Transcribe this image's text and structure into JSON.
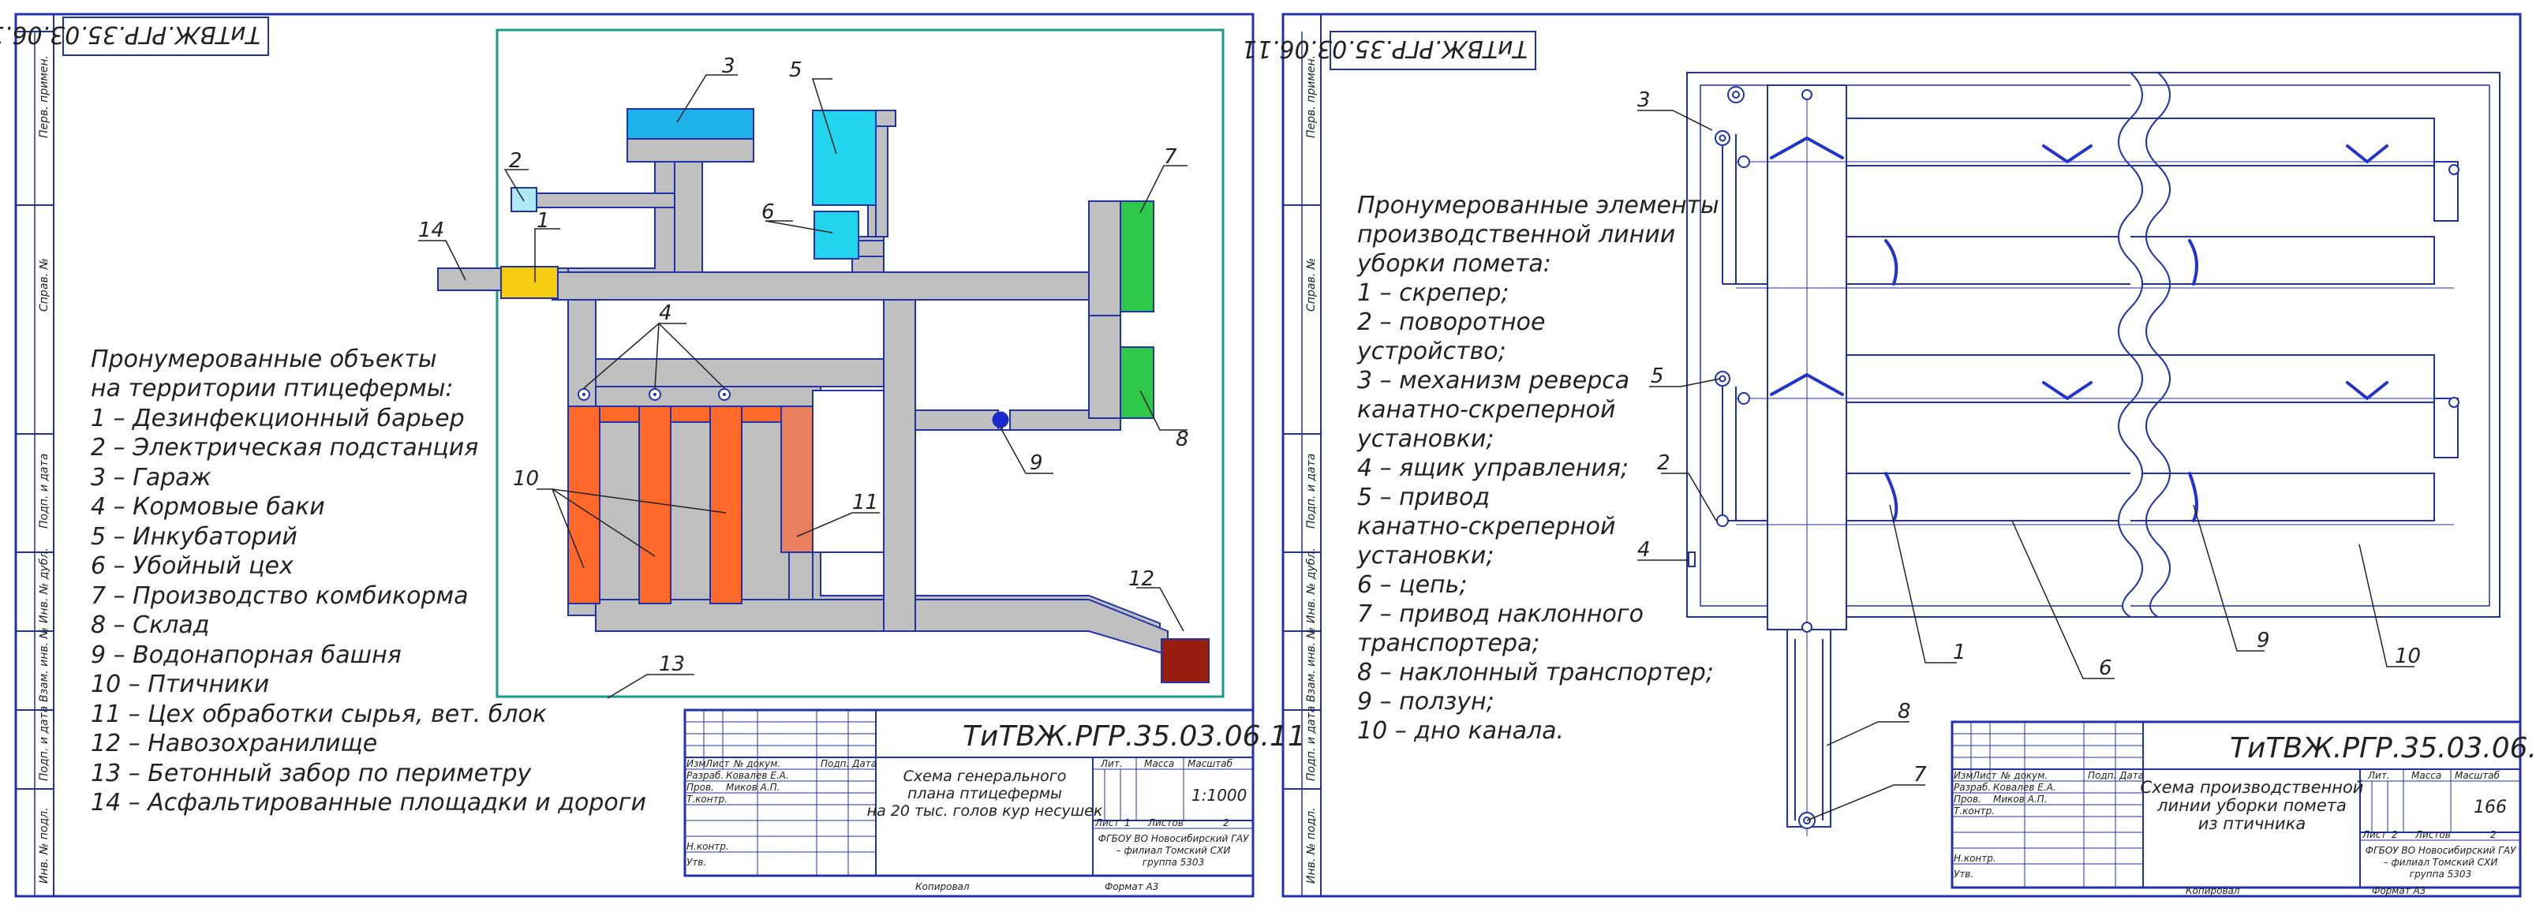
{
  "sheet1": {
    "code": "ТиТВЖ.РГР.35.03.06.11",
    "title": "Схема генерального плана птицефермы на 20 тыс. голов кур несушек",
    "title_lines": [
      "Схема генерального",
      "плана птицефермы",
      "на 20 тыс. голов кур несушек"
    ],
    "scale": "1:1000",
    "sheet": "1",
    "legend_title": [
      "Пронумерованные объекты",
      "на территории птицефермы:"
    ],
    "legend": [
      "1 – Дезинфекционный барьер",
      "2 – Электрическая подстанция",
      "3 – Гараж",
      "4 – Кормовые баки",
      "5 – Инкубаторий",
      "6 – Убойный цех",
      "7 – Производство комбикорма",
      "8 – Склад",
      "9 – Водонапорная башня",
      "10 – Птичники",
      "11 – Цех обработки сырья, вет. блок",
      "12 – Навозохранилище",
      "13 – Бетонный забор по периметру",
      "14 – Асфальтированные площадки и дороги"
    ],
    "labels": [
      "1",
      "2",
      "3",
      "4",
      "5",
      "6",
      "7",
      "8",
      "9",
      "10",
      "11",
      "12",
      "13",
      "14"
    ]
  },
  "sheet2": {
    "code": "ТиТВЖ.РГР.35.03.06.11",
    "title_lines": [
      "Схема производственной",
      "линии уборки помета",
      "из птичника"
    ],
    "scale": "166",
    "sheet": "2",
    "legend_title": [
      "Пронумерованные элементы",
      "производственной линии",
      "уборки помета:"
    ],
    "legend": [
      "1 – скрепер;",
      "2 – поворотное",
      "устройство;",
      "3 – механизм реверса",
      "канатно-скреперной",
      "установки;",
      "4 – ящик управления;",
      "5 – привод",
      "канатно-скреперной",
      "установки;",
      "6 – цепь;",
      "7 – привод наклонного",
      "транспортера;",
      "8 – наклонный транспортер;",
      "9 – ползун;",
      "10 – дно канала."
    ],
    "labels": [
      "1",
      "2",
      "3",
      "4",
      "5",
      "6",
      "7",
      "8",
      "9",
      "10"
    ]
  },
  "title_block": {
    "hdr": [
      "Изм",
      "Лист",
      "№ докум.",
      "Подп.",
      "Дата"
    ],
    "rows": [
      {
        "role": "Разраб.",
        "name": "Ковалев Е.А."
      },
      {
        "role": "Пров.",
        "name": "Миков А.П."
      },
      {
        "role": "Т.контр.",
        "name": ""
      },
      {
        "role": "Н.контр.",
        "name": ""
      },
      {
        "role": "Утв.",
        "name": ""
      }
    ],
    "lit": "Лит.",
    "mass": "Масса",
    "scale_hdr": "Масштаб",
    "sheet_lbl": "Лист",
    "sheets_lbl": "Листов",
    "sheets_total": "2",
    "org": [
      "ФГБОУ ВО Новосибирский ГАУ",
      "– филиал Томский СХИ",
      "группа 5303"
    ],
    "copied": "Копировал",
    "format": "Формат   А3"
  },
  "side_labels": [
    "Перв. примен.",
    "Справ. №",
    "Подп. и дата",
    "Инв. № дубл.",
    "Взам. инв. №",
    "Подп. и дата",
    "Инв. № подл."
  ]
}
